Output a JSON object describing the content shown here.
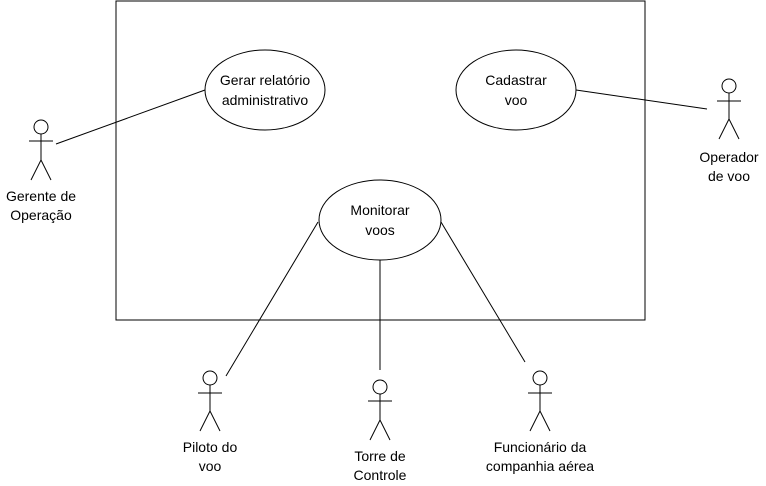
{
  "use_cases": {
    "gerar_relatorio": [
      "Gerar relatório",
      "administrativo"
    ],
    "cadastrar_voo": [
      "Cadastrar",
      "voo"
    ],
    "monitorar_voos": [
      "Monitorar",
      "voos"
    ]
  },
  "actors": {
    "gerente": [
      "Gerente de",
      "Operação"
    ],
    "operador": [
      "Operador",
      "de voo"
    ],
    "piloto": [
      "Piloto do",
      "voo"
    ],
    "torre": [
      "Torre de",
      "Controle"
    ],
    "funcionario": [
      "Funcionário da",
      "companhia aérea"
    ]
  },
  "colors": {
    "stroke": "#000000",
    "background": "#ffffff"
  }
}
